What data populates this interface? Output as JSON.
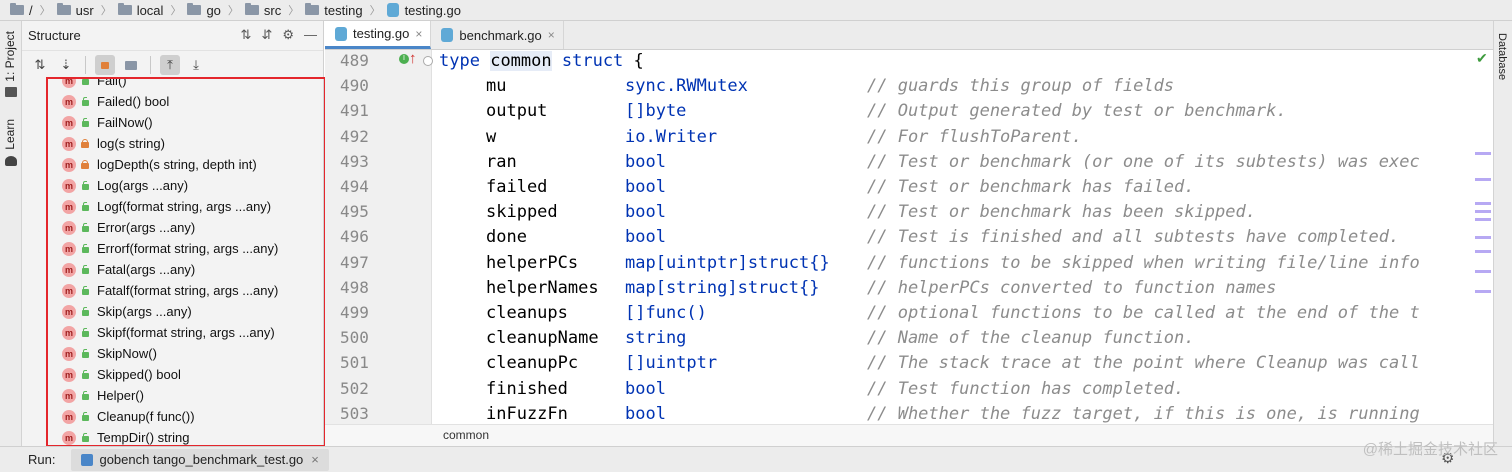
{
  "breadcrumb": [
    {
      "label": "/",
      "icon": "folder-icon"
    },
    {
      "label": "usr",
      "icon": "folder-icon"
    },
    {
      "label": "local",
      "icon": "folder-icon"
    },
    {
      "label": "go",
      "icon": "folder-icon"
    },
    {
      "label": "src",
      "icon": "folder-icon"
    },
    {
      "label": "testing",
      "icon": "folder-icon"
    },
    {
      "label": "testing.go",
      "icon": "go-file-icon"
    }
  ],
  "left_strip": {
    "project_tab": "1: Project",
    "learn_tab": "Learn"
  },
  "right_strip": {
    "database_tab": "Database"
  },
  "structure": {
    "title": "Structure",
    "items": [
      {
        "label": "Fail()",
        "visibility": "public"
      },
      {
        "label": "Failed() bool",
        "visibility": "public"
      },
      {
        "label": "FailNow()",
        "visibility": "public"
      },
      {
        "label": "log(s string)",
        "visibility": "private"
      },
      {
        "label": "logDepth(s string, depth int)",
        "visibility": "private"
      },
      {
        "label": "Log(args ...any)",
        "visibility": "public"
      },
      {
        "label": "Logf(format string, args ...any)",
        "visibility": "public"
      },
      {
        "label": "Error(args ...any)",
        "visibility": "public"
      },
      {
        "label": "Errorf(format string, args ...any)",
        "visibility": "public"
      },
      {
        "label": "Fatal(args ...any)",
        "visibility": "public"
      },
      {
        "label": "Fatalf(format string, args ...any)",
        "visibility": "public"
      },
      {
        "label": "Skip(args ...any)",
        "visibility": "public"
      },
      {
        "label": "Skipf(format string, args ...any)",
        "visibility": "public"
      },
      {
        "label": "SkipNow()",
        "visibility": "public"
      },
      {
        "label": "Skipped() bool",
        "visibility": "public"
      },
      {
        "label": "Helper()",
        "visibility": "public"
      },
      {
        "label": "Cleanup(f func())",
        "visibility": "public"
      },
      {
        "label": "TempDir() string",
        "visibility": "public"
      }
    ],
    "method_badge": "m"
  },
  "tabs": [
    {
      "label": "testing.go",
      "active": true
    },
    {
      "label": "benchmark.go",
      "active": false
    }
  ],
  "tab_close": "×",
  "editor": {
    "lines": [
      {
        "num": "489",
        "name": "",
        "type": "",
        "comment": "",
        "header": "type common struct {"
      },
      {
        "num": "490",
        "name": "mu",
        "type": "sync.RWMutex",
        "comment": "// guards this group of fields"
      },
      {
        "num": "491",
        "name": "output",
        "type": "[]byte",
        "comment": "// Output generated by test or benchmark."
      },
      {
        "num": "492",
        "name": "w",
        "type": "io.Writer",
        "comment": "// For flushToParent."
      },
      {
        "num": "493",
        "name": "ran",
        "type": "bool",
        "comment": "// Test or benchmark (or one of its subtests) was exec"
      },
      {
        "num": "494",
        "name": "failed",
        "type": "bool",
        "comment": "// Test or benchmark has failed."
      },
      {
        "num": "495",
        "name": "skipped",
        "type": "bool",
        "comment": "// Test or benchmark has been skipped."
      },
      {
        "num": "496",
        "name": "done",
        "type": "bool",
        "comment": "// Test is finished and all subtests have completed."
      },
      {
        "num": "497",
        "name": "helperPCs",
        "type": "map[uintptr]struct{}",
        "comment": "// functions to be skipped when writing file/line info"
      },
      {
        "num": "498",
        "name": "helperNames",
        "type": "map[string]struct{}",
        "comment": "// helperPCs converted to function names"
      },
      {
        "num": "499",
        "name": "cleanups",
        "type": "[]func()",
        "comment": "// optional functions to be called at the end of the t"
      },
      {
        "num": "500",
        "name": "cleanupName",
        "type": "string",
        "comment": "// Name of the cleanup function."
      },
      {
        "num": "501",
        "name": "cleanupPc",
        "type": "[]uintptr",
        "comment": "// The stack trace at the point where Cleanup was call"
      },
      {
        "num": "502",
        "name": "finished",
        "type": "bool",
        "comment": "// Test function has completed."
      },
      {
        "num": "503",
        "name": "inFuzzFn",
        "type": "bool",
        "comment": "// Whether the fuzz target, if this is one, is running"
      }
    ],
    "status_breadcrumb": "common"
  },
  "run": {
    "label": "Run:",
    "config": "gobench tango_benchmark_test.go",
    "close": "×"
  },
  "watermark": "@稀土掘金技术社区"
}
